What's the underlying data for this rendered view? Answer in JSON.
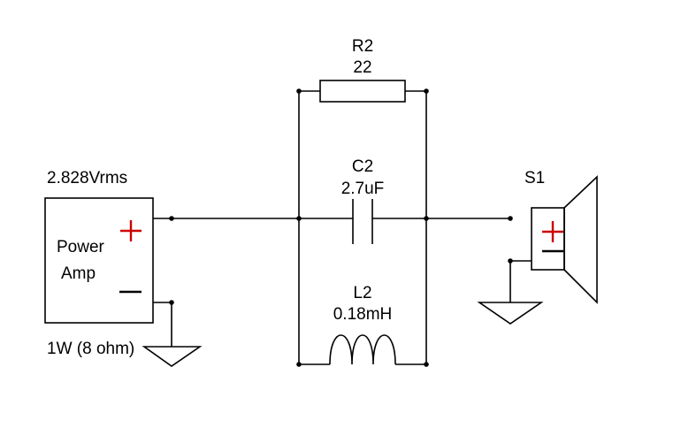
{
  "amplifier": {
    "voltage_label": "2.828Vrms",
    "name_line1": "Power",
    "name_line2": "Amp",
    "power_label": "1W (8 ohm)"
  },
  "resistor": {
    "ref": "R2",
    "value": "22"
  },
  "capacitor": {
    "ref": "C2",
    "value": "2.7uF"
  },
  "inductor": {
    "ref": "L2",
    "value": "0.18mH"
  },
  "speaker": {
    "ref": "S1"
  },
  "colors": {
    "plus_sign": "#cc0000",
    "minus_sign": "#000000",
    "wire": "#000000"
  }
}
